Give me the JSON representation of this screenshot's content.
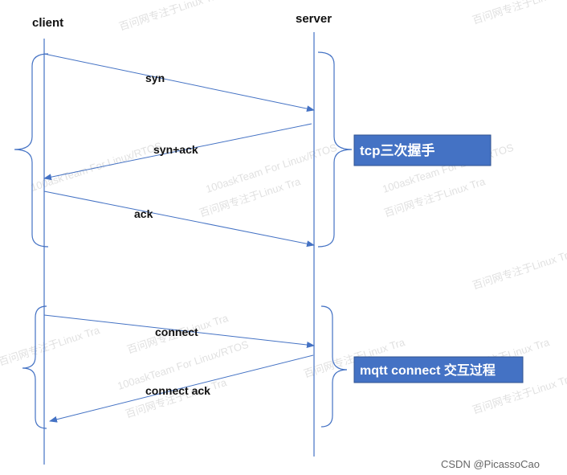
{
  "participants": {
    "client": "client",
    "server": "server"
  },
  "messages": [
    {
      "label": "syn",
      "from": "client",
      "to": "server"
    },
    {
      "label": "syn+ack",
      "from": "server",
      "to": "client"
    },
    {
      "label": "ack",
      "from": "client",
      "to": "server"
    },
    {
      "label": "connect",
      "from": "client",
      "to": "server"
    },
    {
      "label": "connect ack",
      "from": "server",
      "to": "client"
    }
  ],
  "groups": [
    {
      "label": "tcp三次握手"
    },
    {
      "label": "mqtt connect 交互过程"
    }
  ],
  "watermarks": [
    "百问网专注于Linux Tra",
    "100askTeam For Linux/RTOS"
  ],
  "credit": "CSDN @PicassoCao",
  "colors": {
    "line": "#4472c4",
    "box_fill": "#4472c4",
    "box_border": "#2f528f",
    "text": "#111111"
  }
}
